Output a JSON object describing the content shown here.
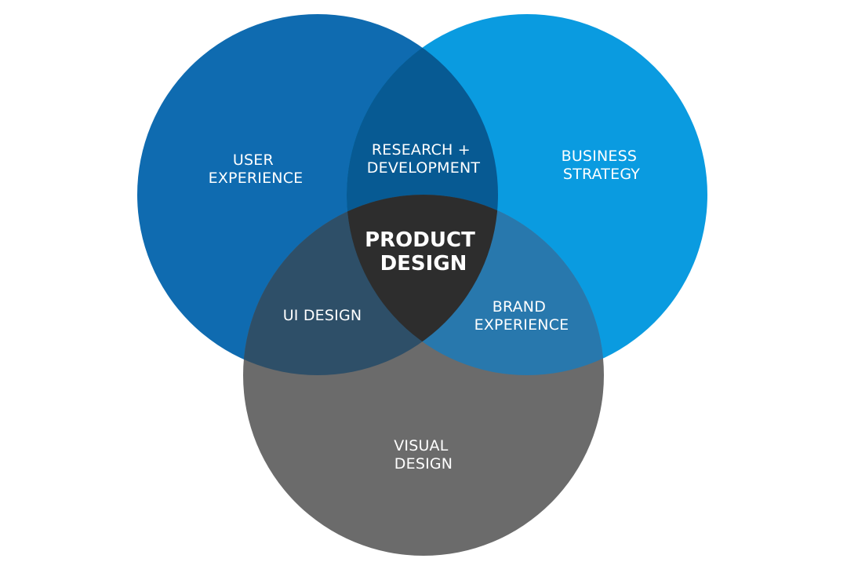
{
  "diagram": {
    "sets": [
      {
        "id": "user-experience",
        "lines": [
          "USER",
          "EXPERIENCE"
        ],
        "color": "#0f6bb0"
      },
      {
        "id": "business-strategy",
        "lines": [
          "BUSINESS",
          "STRATEGY"
        ],
        "color": "#0a9be0"
      },
      {
        "id": "visual-design",
        "lines": [
          "VISUAL",
          "DESIGN"
        ],
        "color": "#6b6b6b"
      }
    ],
    "intersections": [
      {
        "id": "research-development",
        "sets": [
          "user-experience",
          "business-strategy"
        ],
        "lines": [
          "RESEARCH +",
          "DEVELOPMENT"
        ],
        "color": "#075a93"
      },
      {
        "id": "ui-design",
        "sets": [
          "user-experience",
          "visual-design"
        ],
        "lines": [
          "UI DESIGN"
        ],
        "color": "#2e4f68"
      },
      {
        "id": "brand-experience",
        "sets": [
          "business-strategy",
          "visual-design"
        ],
        "lines": [
          "BRAND",
          "EXPERIENCE"
        ],
        "color": "#2878ad"
      },
      {
        "id": "product-design",
        "sets": [
          "user-experience",
          "business-strategy",
          "visual-design"
        ],
        "lines": [
          "PRODUCT",
          "DESIGN"
        ],
        "color": "#2d2d2d"
      }
    ]
  }
}
